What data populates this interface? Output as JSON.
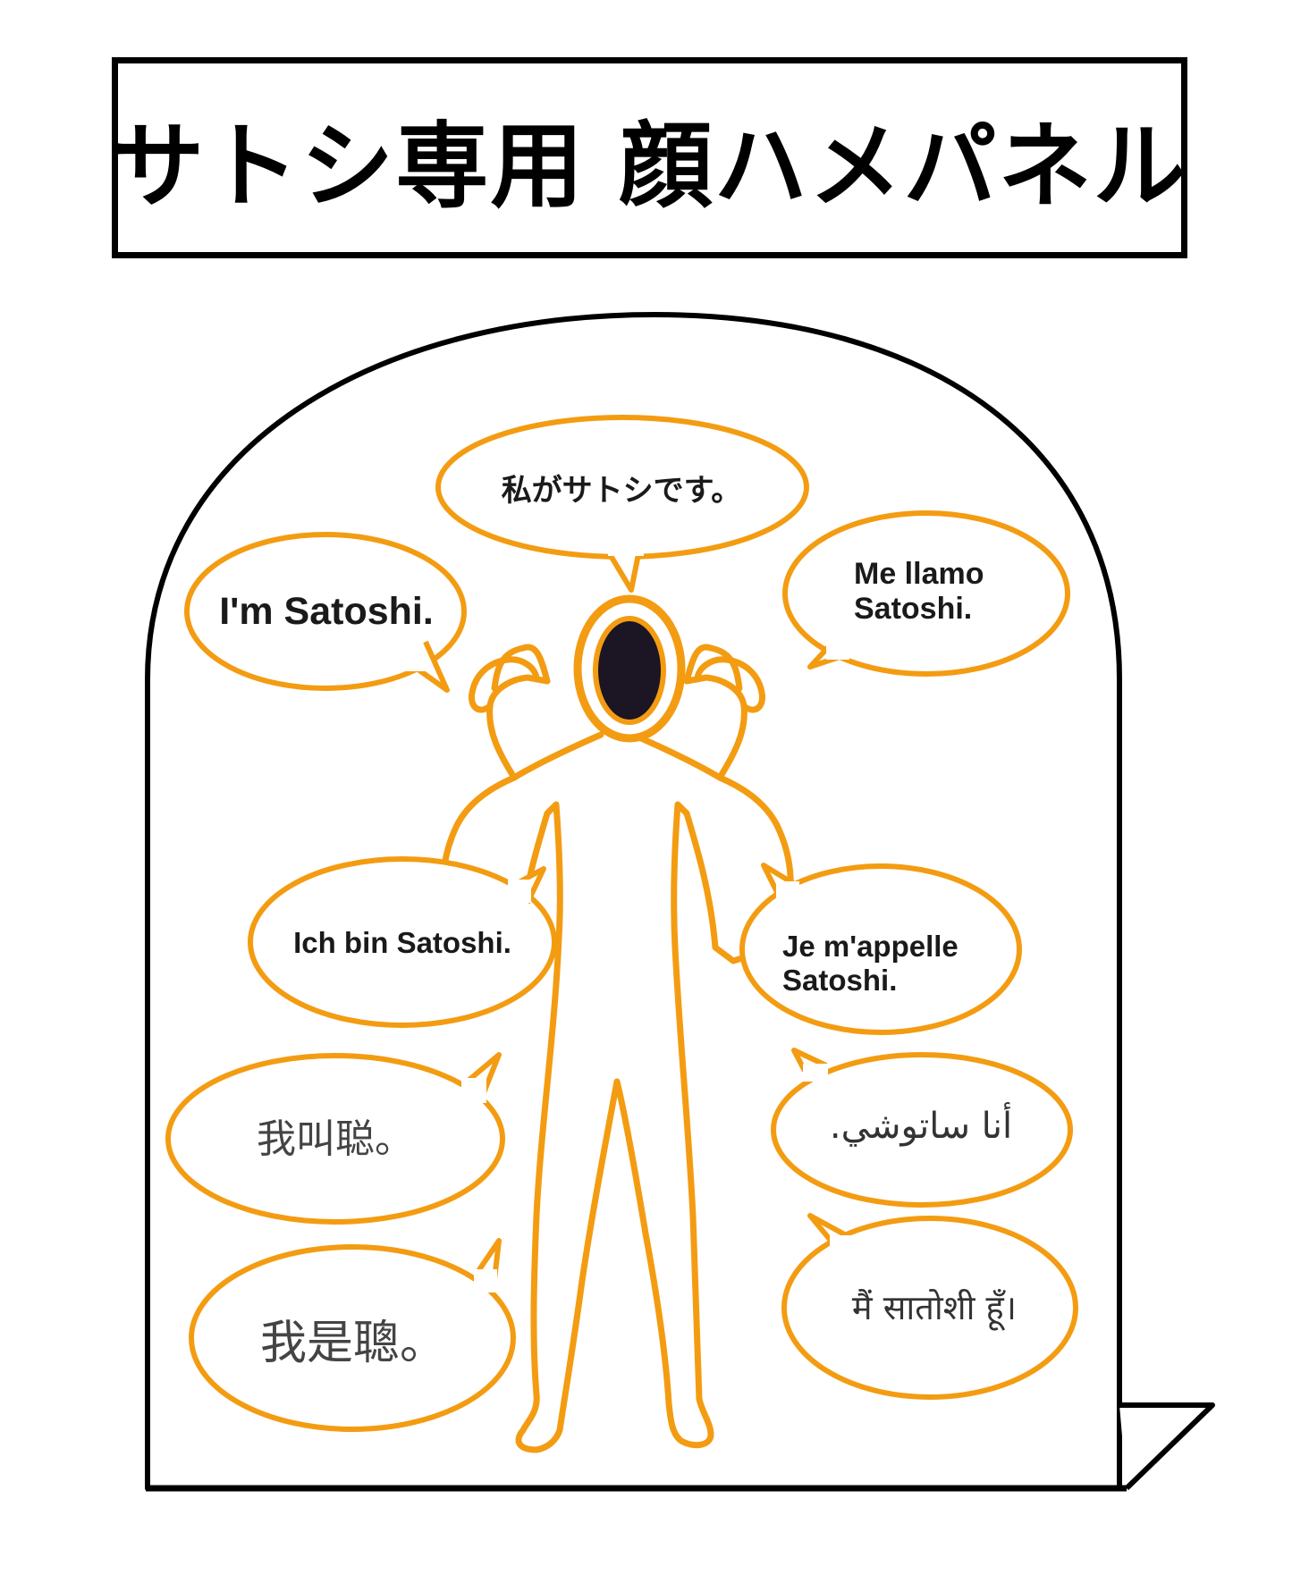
{
  "panel": {
    "title": "サトシ専用 顔ハメパネル"
  },
  "colors": {
    "outline": "#f39c12",
    "ink": "#000000",
    "face_hole": "#1b1524"
  },
  "speech_bubbles": [
    {
      "id": "japanese",
      "text": "私がサトシです。"
    },
    {
      "id": "english",
      "text": "I'm Satoshi."
    },
    {
      "id": "spanish",
      "text": "Me llamo\nSatoshi."
    },
    {
      "id": "german",
      "text": "Ich bin Satoshi."
    },
    {
      "id": "french",
      "text": "Je m'appelle\nSatoshi."
    },
    {
      "id": "chinese_simplified",
      "text": "我叫聪。"
    },
    {
      "id": "arabic",
      "text": "أنا ساتوشي."
    },
    {
      "id": "chinese_traditional",
      "text": "我是聰。"
    },
    {
      "id": "hindi",
      "text": "मैं सातोशी हूँ।"
    }
  ]
}
